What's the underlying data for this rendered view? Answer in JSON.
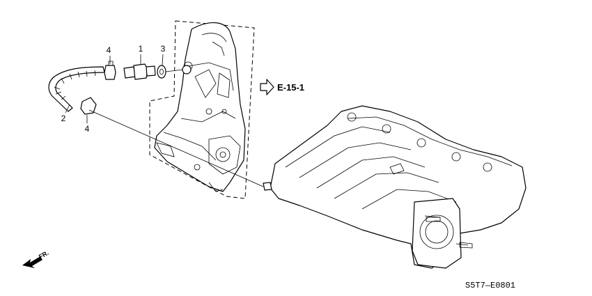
{
  "callouts": {
    "clip_upper": "4",
    "pcv_valve": "1",
    "washer": "3",
    "hose": "2",
    "clip_lower": "4"
  },
  "reference": "E-15-1",
  "diagram_code": "S5T7—E0801",
  "front_indicator": "FR."
}
